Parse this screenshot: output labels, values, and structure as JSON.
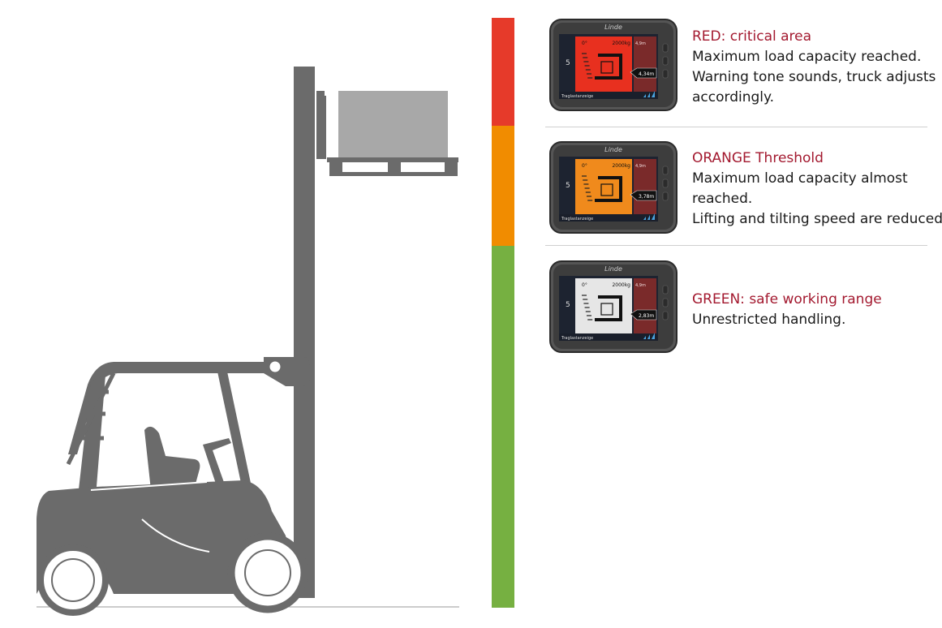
{
  "zones": [
    {
      "key": "red",
      "color": "#e63a2a",
      "title": "RED: critical area",
      "lines": [
        "Maximum load capacity reached.",
        "Warning tone sounds, truck adjusts",
        "accordingly."
      ],
      "display": {
        "bg_color": "#e8301f",
        "brand": "Linde",
        "tilt": "0°",
        "load": "2000kg",
        "side_value": "4,9m",
        "height": "4,34m",
        "mode": "5",
        "footer": "Traglastanzeige"
      }
    },
    {
      "key": "orange",
      "color": "#f18c00",
      "title": "ORANGE Threshold",
      "lines": [
        "Maximum load capacity almost",
        "reached.",
        "Lifting and tilting speed are reduced."
      ],
      "display": {
        "bg_color": "#f08a1c",
        "brand": "Linde",
        "tilt": "0°",
        "load": "2000kg",
        "side_value": "4,9m",
        "height": "3,78m",
        "mode": "5",
        "footer": "Traglastanzeige"
      }
    },
    {
      "key": "green",
      "color": "#76b041",
      "title": "GREEN: safe working range",
      "lines": [
        "Unrestricted handling."
      ],
      "display": {
        "bg_color": "#e6e6e6",
        "brand": "Linde",
        "tilt": "0°",
        "load": "2000kg",
        "side_value": "4,9m",
        "height": "2,83m",
        "mode": "5",
        "footer": "Traglastanzeige"
      }
    }
  ],
  "colors": {
    "truck": "#6b6b6b",
    "load_box": "#a8a8a8",
    "bezel": "#3d3d3d",
    "screen_dark": "#1d2330"
  }
}
